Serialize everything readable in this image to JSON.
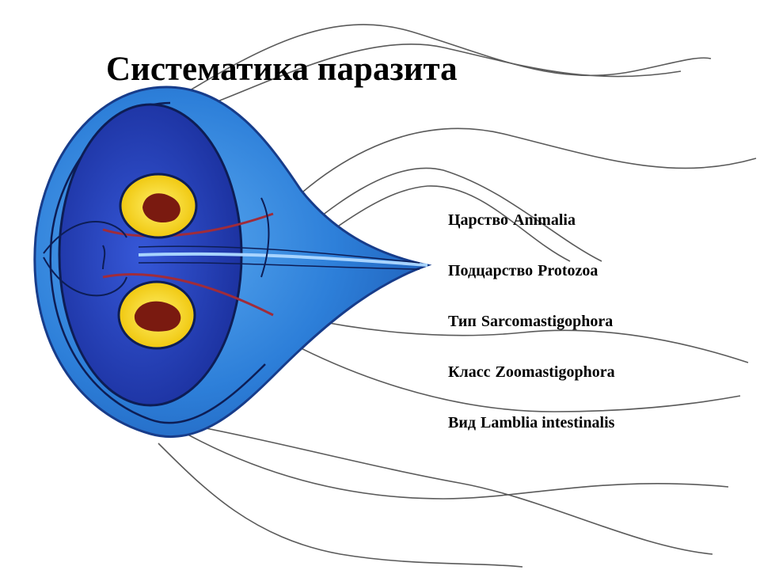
{
  "title": "Систематика паразита",
  "taxonomy": [
    {
      "rank": "Царство",
      "name": "Animalia"
    },
    {
      "rank": "Подцарство",
      "name": "Protozoa"
    },
    {
      "rank": "Тип",
      "name": "Sarcomastigophora"
    },
    {
      "rank": "Класс",
      "name": "Zoomastigophora"
    },
    {
      "rank": "Вид",
      "name": "Lamblia intestinalis"
    }
  ],
  "colors": {
    "cell_body": "#2d7fd9",
    "cell_inner": "#1e3bb0",
    "nucleus_ring": "#f3d21a",
    "nucleus_core": "#7a1a10",
    "axostyle": "#a8d4ff",
    "median_body": "#a02c3a",
    "flagella": "#555555"
  }
}
